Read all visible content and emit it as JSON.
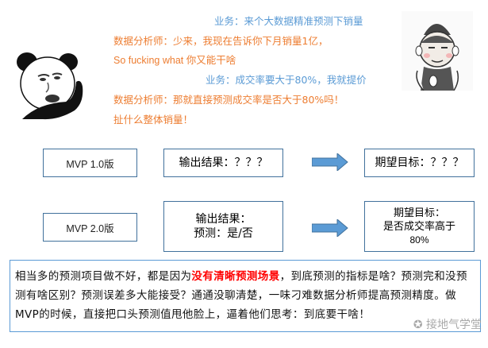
{
  "dialogue": [
    {
      "speaker": "business",
      "color": "#5b9bd5",
      "text": "业务：来个大数据精准预测下销量"
    },
    {
      "speaker": "analyst",
      "color": "#ed7d31",
      "text": "数据分析师：少来，我现在告诉你下月销量1亿，"
    },
    {
      "speaker": "analyst",
      "color": "#ed7d31",
      "text": "So fucking what 你又能干啥"
    },
    {
      "speaker": "business",
      "color": "#5b9bd5",
      "text": "业务：成交率要大于80%，我就提价"
    },
    {
      "speaker": "analyst",
      "color": "#ed7d31",
      "text": "数据分析师：那就直接预测成交率是否大于80%吗！"
    },
    {
      "speaker": "analyst",
      "color": "#ed7d31",
      "text": "扯什么整体销量！"
    }
  ],
  "images": {
    "left": "panda-meme-face",
    "right": "cartoon-man-meme"
  },
  "flow": {
    "row1": {
      "version": "MVP 1.0版",
      "output": "输出结果：？？？",
      "arrow": "right-arrow",
      "goal": "期望目标：？？？"
    },
    "row2": {
      "version": "MVP 2.0版",
      "output_line1": "输出结果：",
      "output_line2": "预测：是/否",
      "arrow": "right-arrow",
      "goal_line1": "期望目标：",
      "goal_line2": "是否成交率高于",
      "goal_line3": "80%"
    }
  },
  "note": {
    "part1": "相当多的预测项目做不好，都是因为",
    "highlight": "没有清晰预测场景",
    "part2": "，到底预测的指标是啥？预测完和没预测有啥区别？预测误差多大能接受？通通没聊清楚，一味刁难数据分析师提高预测精度。做MVP的时候，直接把口头预测值甩他脸上，逼着他们思考：到底要干啥！",
    "highlight_color": "#ff0000",
    "border_color": "#5b9bd5"
  },
  "watermark": "接地气学堂",
  "colors": {
    "business": "#5b9bd5",
    "analyst": "#ed7d31",
    "box_border": "#41719c",
    "arrow_fill": "#5b9bd5"
  }
}
